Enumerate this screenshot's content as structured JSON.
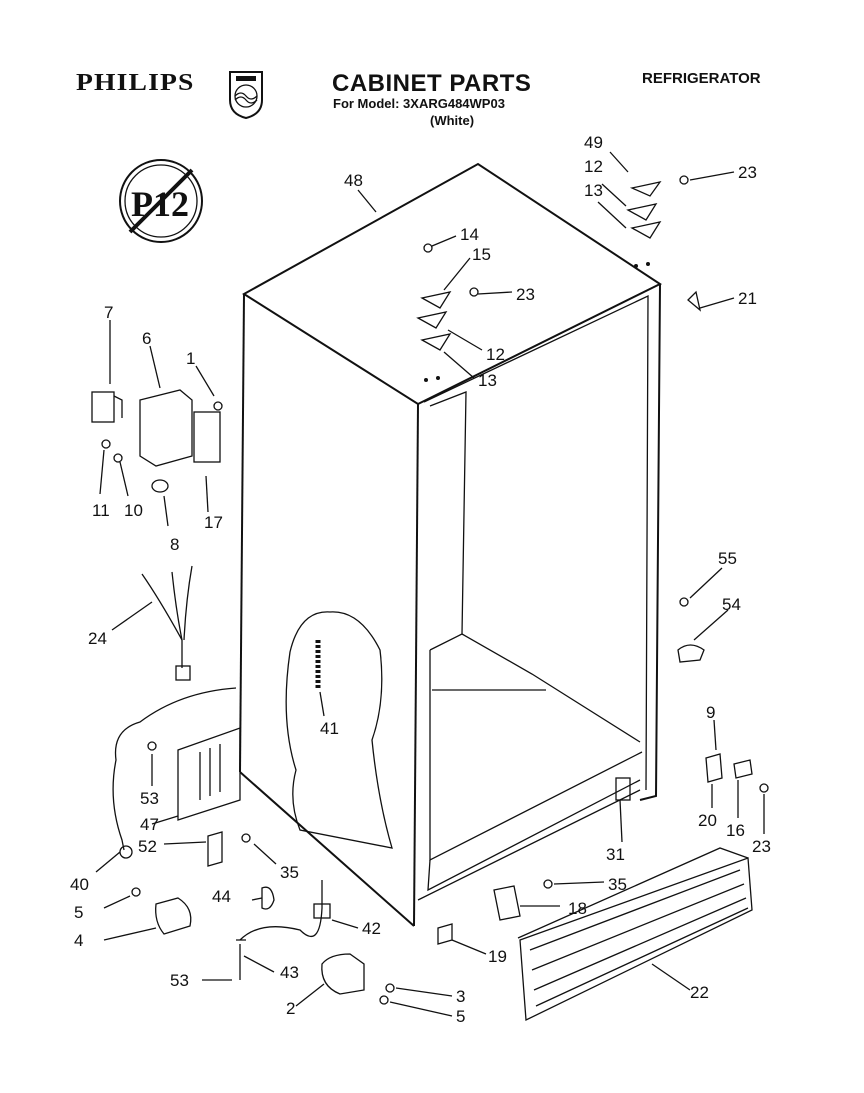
{
  "header": {
    "brand": "PHILIPS",
    "title": "CABINET PARTS",
    "model": "For Model: 3XARG484WP03",
    "color": "(White)",
    "product": "REFRIGERATOR"
  },
  "logos": {
    "shield": "philips-shield-logo",
    "badge": "p12-prohibited-badge"
  },
  "callouts": [
    {
      "id": "c48",
      "text": "48"
    },
    {
      "id": "c49",
      "text": "49"
    },
    {
      "id": "c12a",
      "text": "12"
    },
    {
      "id": "c23a",
      "text": "23"
    },
    {
      "id": "c13a",
      "text": "13"
    },
    {
      "id": "c14",
      "text": "14"
    },
    {
      "id": "c15",
      "text": "15"
    },
    {
      "id": "c23b",
      "text": "23"
    },
    {
      "id": "c21",
      "text": "21"
    },
    {
      "id": "c12b",
      "text": "12"
    },
    {
      "id": "c13b",
      "text": "13"
    },
    {
      "id": "c7",
      "text": "7"
    },
    {
      "id": "c6",
      "text": "6"
    },
    {
      "id": "c1",
      "text": "1"
    },
    {
      "id": "c11",
      "text": "11"
    },
    {
      "id": "c10",
      "text": "10"
    },
    {
      "id": "c17",
      "text": "17"
    },
    {
      "id": "c8",
      "text": "8"
    },
    {
      "id": "c24",
      "text": "24"
    },
    {
      "id": "c55",
      "text": "55"
    },
    {
      "id": "c54",
      "text": "54"
    },
    {
      "id": "c41",
      "text": "41"
    },
    {
      "id": "c9",
      "text": "9"
    },
    {
      "id": "c53a",
      "text": "53"
    },
    {
      "id": "c47",
      "text": "47"
    },
    {
      "id": "c20",
      "text": "20"
    },
    {
      "id": "c16",
      "text": "16"
    },
    {
      "id": "c23c",
      "text": "23"
    },
    {
      "id": "c31",
      "text": "31"
    },
    {
      "id": "c52",
      "text": "52"
    },
    {
      "id": "c35a",
      "text": "35"
    },
    {
      "id": "c40",
      "text": "40"
    },
    {
      "id": "c35b",
      "text": "35"
    },
    {
      "id": "c5a",
      "text": "5"
    },
    {
      "id": "c44",
      "text": "44"
    },
    {
      "id": "c18",
      "text": "18"
    },
    {
      "id": "c4",
      "text": "4"
    },
    {
      "id": "c42",
      "text": "42"
    },
    {
      "id": "c19",
      "text": "19"
    },
    {
      "id": "c53b",
      "text": "53"
    },
    {
      "id": "c43",
      "text": "43"
    },
    {
      "id": "c3",
      "text": "3"
    },
    {
      "id": "c22",
      "text": "22"
    },
    {
      "id": "c2",
      "text": "2"
    },
    {
      "id": "c5b",
      "text": "5"
    }
  ]
}
